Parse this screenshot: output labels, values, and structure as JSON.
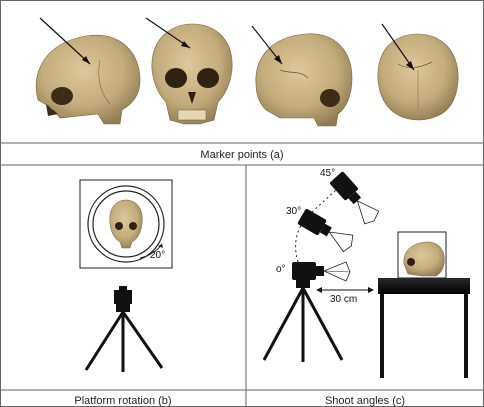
{
  "panels": {
    "a": {
      "caption": "Marker points (a)"
    },
    "b": {
      "caption": "Platform rotation (b)",
      "rotation_label": "20°"
    },
    "c": {
      "caption": "Shoot angles (c)",
      "angle_labels": [
        "45°",
        "30°",
        "o°"
      ],
      "distance_label": "30 cm"
    }
  },
  "colors": {
    "skull": "#c4ad7c",
    "skull_shadow": "#8f7a52",
    "line": "#111111",
    "frame": "#555555"
  }
}
